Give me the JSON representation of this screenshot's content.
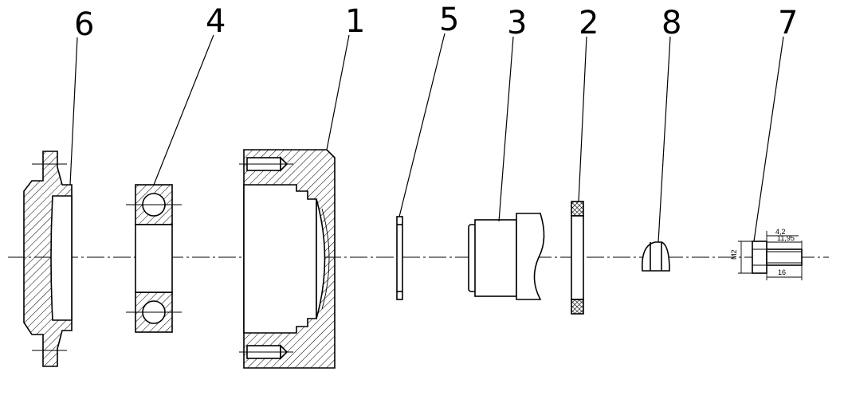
{
  "part_numbers": [
    "6",
    "4",
    "1",
    "5",
    "3",
    "2",
    "8",
    "7"
  ],
  "dimensions": {
    "d1": "4,2",
    "d2": "11,95",
    "d3": "16",
    "d4": "M2"
  }
}
